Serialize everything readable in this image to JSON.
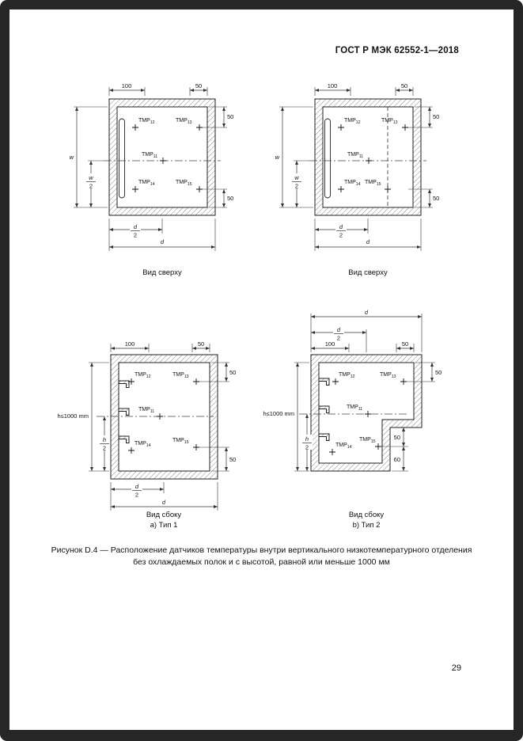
{
  "page": {
    "header": "ГОСТ Р МЭК 62552-1—2018",
    "page_number": "29",
    "caption_line1": "Рисунок D.4 — Расположение датчиков температуры внутри вертикального низкотемпературного отделения",
    "caption_line2": "без охлаждаемых полок и с высотой, равной или меньше 1000 мм"
  },
  "figures": {
    "top_left": {
      "view_label": "Вид сверху"
    },
    "top_right": {
      "view_label": "Вид сверху"
    },
    "bottom_left": {
      "view_label": "Вид сбоку",
      "type_label": "a) Тип 1"
    },
    "bottom_right": {
      "view_label": "Вид сбоку",
      "type_label": "b) Тип 2"
    }
  },
  "symbols": {
    "tmp": "TMP",
    "s11": "11",
    "s12": "12",
    "s13": "13",
    "s14": "14",
    "s15": "15",
    "n100": "100",
    "n50": "50",
    "n60": "60",
    "w": "w",
    "d": "d",
    "h": "h",
    "two": "2",
    "h_limit": "h≤1000 mm"
  }
}
